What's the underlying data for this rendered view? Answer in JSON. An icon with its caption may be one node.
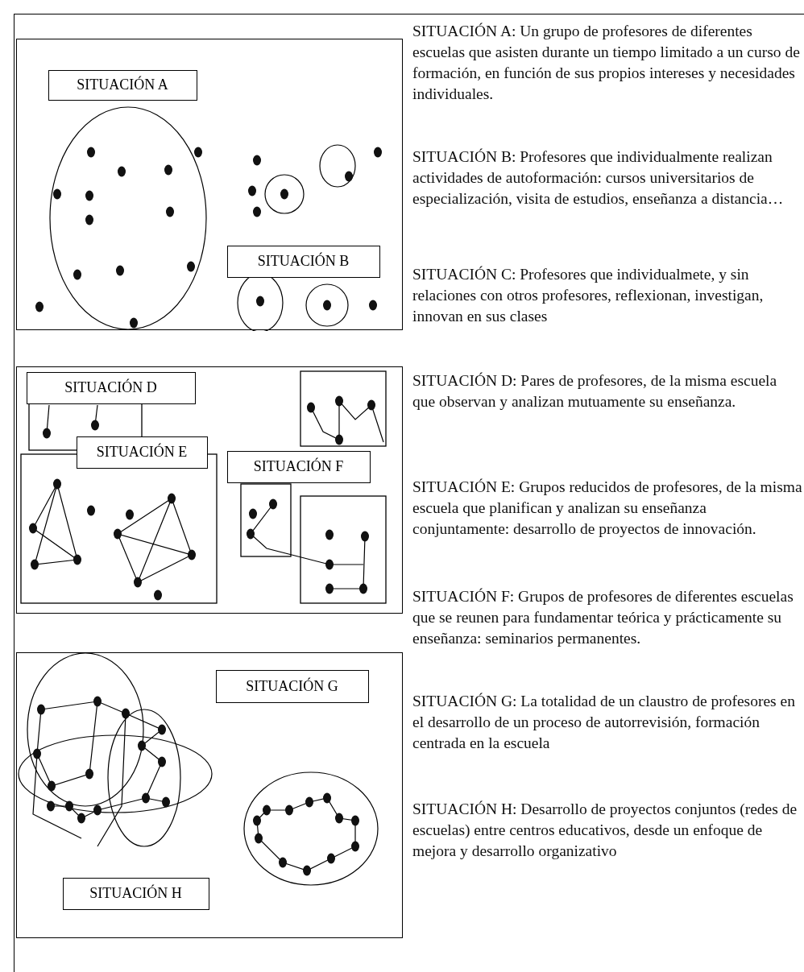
{
  "diagram": {
    "nodes": [
      {
        "text": [],
        "shape": "box"
      },
      {
        "text": [
          "SITUACIÓN A"
        ],
        "in": 0
      },
      {
        "text": [
          "SITUACIÓN B"
        ],
        "in": 0
      },
      {
        "text": [],
        "shape": "box"
      },
      {
        "text": [
          "SITUACIÓN D"
        ],
        "in": 3
      },
      {
        "text": [
          "SITUACIÓN E"
        ],
        "in": 3
      },
      {
        "text": [
          "SITUACIÓN F"
        ],
        "in": 3
      },
      {
        "text": [],
        "shape": "box"
      },
      {
        "text": [
          "SITUACIÓN G"
        ],
        "in": 7
      },
      {
        "text": [
          "SITUACIÓN H"
        ],
        "in": 7
      }
    ],
    "labels": [
      "SITUACIÓN A: Un grupo de profesores de diferentes escuelas que asisten durante un tiempo limitado a un curso de formación, en función de sus propios intereses y necesidades individuales.",
      "SITUACIÓN B: Profesores que individualmente realizan actividades de autoformación: cursos universitarios de especialización, visita de estudios, enseñanza a distancia…",
      "SITUACIÓN C: Profesores que individualmete, y sin relaciones con otros profesores, reflexionan, investigan, innovan en sus clases",
      "SITUACIÓN D: Pares de profesores, de la misma escuela que observan y analizan mutuamente su enseñanza.",
      "SITUACIÓN E: Grupos reducidos de profesores, de la misma escuela que planifican y analizan su enseñanza conjuntamente: desarrollo de proyectos de innovación.",
      "SITUACIÓN F: Grupos de profesores de diferentes escuelas que se reunen para fundamentar teórica y prácticamente su enseñanza: seminarios permanentes.",
      "SITUACIÓN G: La totalidad de un claustro de profesores en el desarrollo de un proceso de autorrevisión, formación centrada en la escuela",
      "SITUACIÓN H: Desarrollo de proyectos conjuntos (redes de escuelas) entre centros educativos, desde un enfoque de mejora y desarrollo organizativo"
    ]
  }
}
